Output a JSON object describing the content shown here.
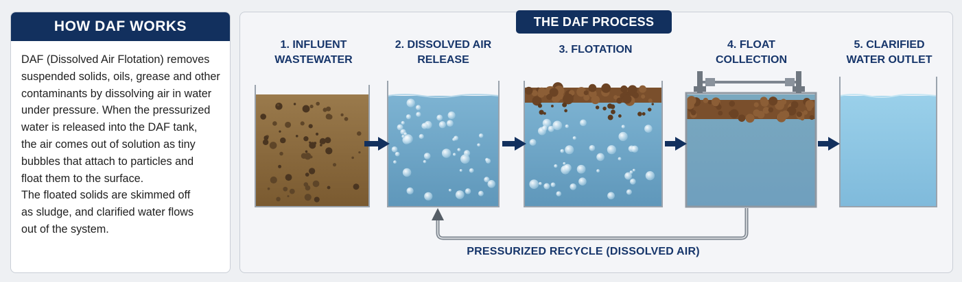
{
  "left": {
    "title": "HOW DAF WORKS",
    "paragraph1_lines": [
      "DAF (Dissolved Air Flotation) removes",
      "suspended solids, oils, grease and other",
      "contaminants by dissolving air in water",
      "under pressure. When the pressurized",
      "water is released into the DAF tank,",
      "the air comes out of solution as tiny",
      "bubbles that attach to particles and",
      "float them to the surface."
    ],
    "paragraph2_lines": [
      "The floated solids are skimmed off",
      "as sludge, and clarified water flows",
      "out of the system."
    ]
  },
  "process": {
    "title": "THE DAF PROCESS",
    "stages": [
      {
        "label": "1. INFLUENT\nWASTEWATER",
        "icon": "wastewater-tank-icon"
      },
      {
        "label": "2. DISSOLVED AIR\nRELEASE",
        "icon": "bubble-tank-icon"
      },
      {
        "label": "3. FLOTATION",
        "icon": "flotation-tank-icon"
      },
      {
        "label": "4. FLOAT\nCOLLECTION",
        "icon": "skimmer-tank-icon"
      },
      {
        "label": "5. CLARIFIED\nWATER OUTLET",
        "icon": "clear-water-tank-icon"
      }
    ],
    "recycle_label": "PRESSURIZED RECYCLE (DISSOLVED AIR)"
  },
  "colors": {
    "navy": "#12305e",
    "label_blue": "#16356a",
    "wastewater_brown": "#8b6a3e",
    "water_blue": "#6aa3c4",
    "clear_water": "#8fc6e2",
    "sludge_brown": "#7a4f2c"
  }
}
